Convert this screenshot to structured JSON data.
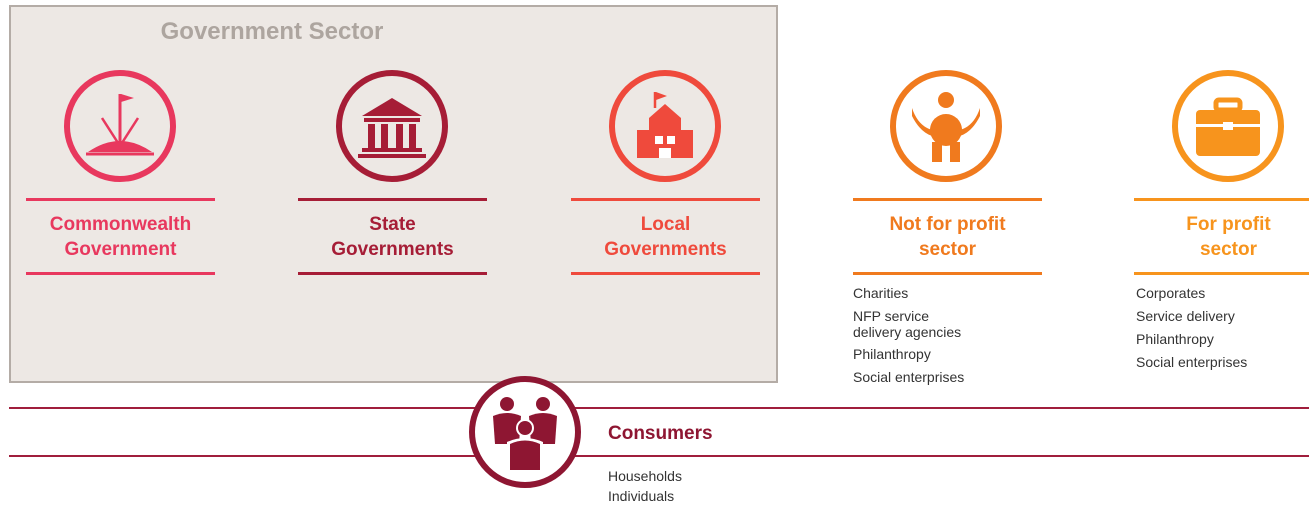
{
  "government_sector": {
    "title": "Government Sector",
    "entities": [
      {
        "label": "Commonwealth\nGovernment",
        "color": "#e8385e",
        "icon": "parliament-house-icon"
      },
      {
        "label": "State\nGovernments",
        "color": "#a61d36",
        "icon": "government-building-icon"
      },
      {
        "label": "Local\nGovernments",
        "color": "#ef4a3c",
        "icon": "town-hall-icon"
      }
    ]
  },
  "not_for_profit": {
    "label": "Not for profit\nsector",
    "color": "#f07a1e",
    "icon": "helping-hands-icon",
    "items": [
      "Charities",
      "NFP service\ndelivery agencies",
      "Philanthropy",
      "Social enterprises"
    ]
  },
  "for_profit": {
    "label": "For profit\nsector",
    "color": "#f7941d",
    "icon": "briefcase-icon",
    "items": [
      "Corporates",
      "Service delivery",
      "Philanthropy",
      "Social enterprises"
    ]
  },
  "consumers": {
    "title": "Consumers",
    "color": "#8e1632",
    "icon": "people-group-icon",
    "items": [
      "Households",
      "Individuals"
    ]
  }
}
